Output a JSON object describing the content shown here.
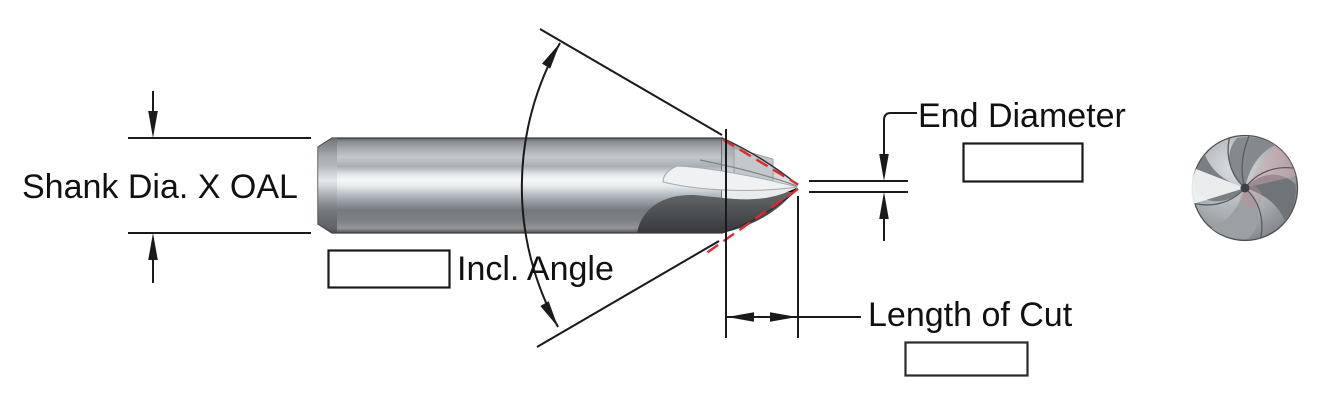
{
  "diagram": {
    "background": "#ffffff",
    "line_color": "#1a1a1a",
    "guide_dash_color": "#e8262a",
    "labels": {
      "shank": "Shank Dia. X OAL",
      "incl_angle": "Incl. Angle",
      "end_diameter": "End Diameter",
      "length_of_cut": "Length of Cut"
    },
    "value_boxes": {
      "incl_angle": "",
      "end_diameter": "",
      "length_of_cut": ""
    },
    "icons": {
      "tool_side_view": "engraving-cutter-side-view",
      "tool_end_view": "cutter-end-view"
    }
  }
}
